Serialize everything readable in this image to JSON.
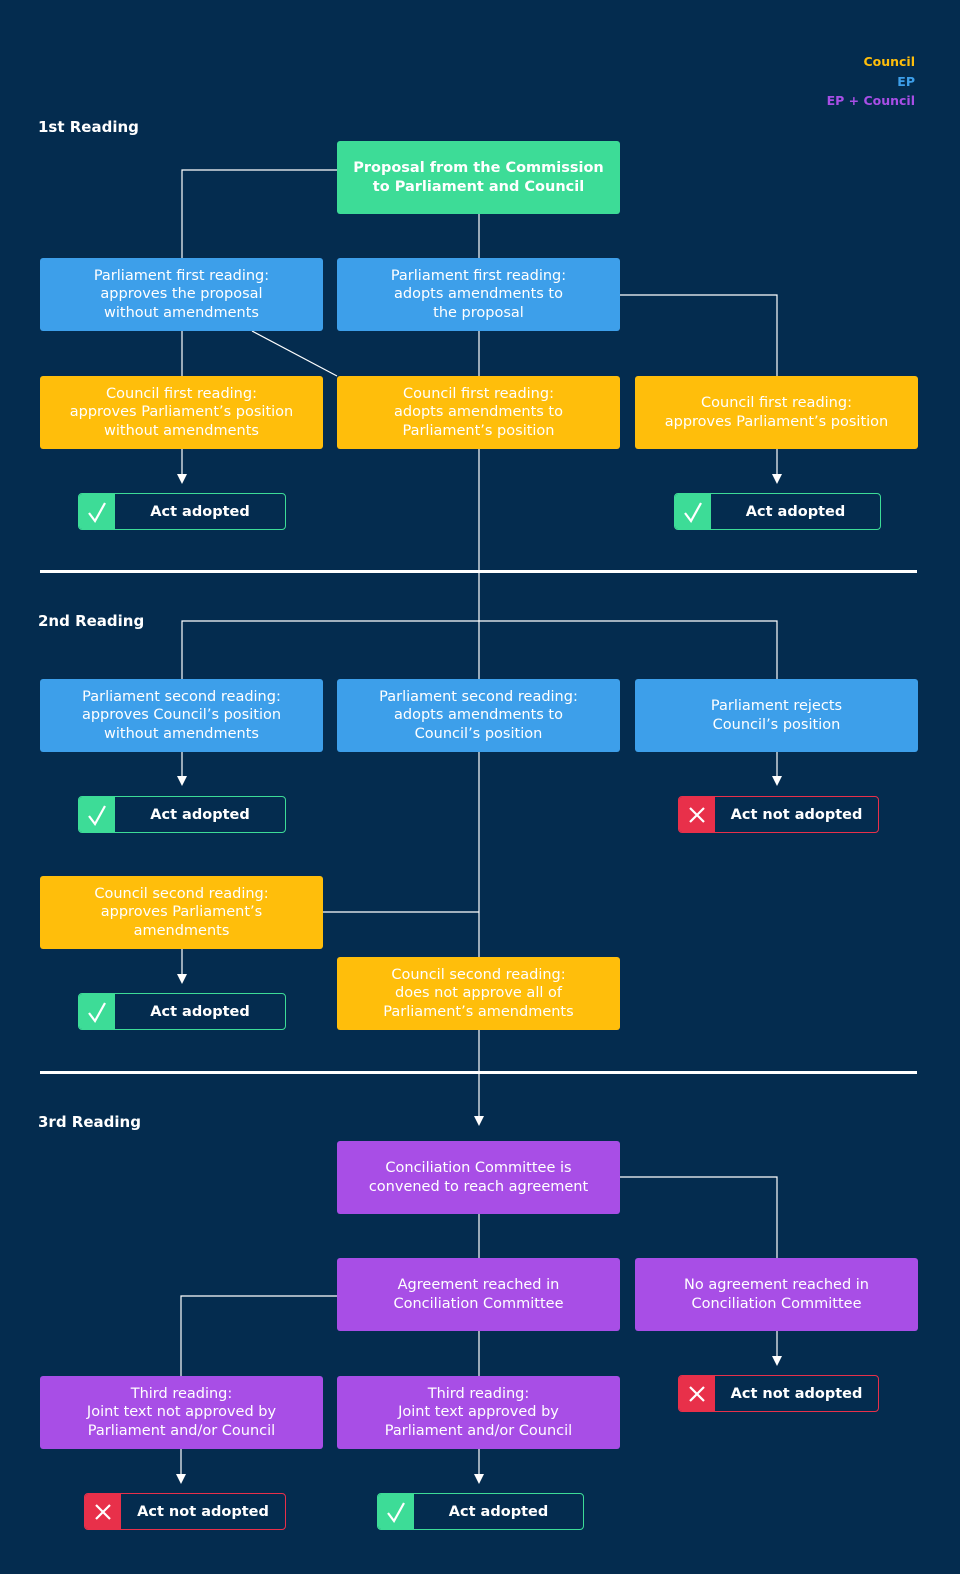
{
  "colors": {
    "background": "#042c4f",
    "council": "#ffbe0b",
    "ep": "#3d9fea",
    "ep_council": "#a84ee6",
    "commission": "#3ddc97",
    "adopted": "#3ddc97",
    "not_adopted": "#e8304a",
    "line": "#ffffff"
  },
  "legend": {
    "council": "Council",
    "ep": "EP",
    "ep_council": "EP + Council"
  },
  "headings": {
    "first": "1st Reading",
    "second": "2nd Reading",
    "third": "3rd Reading"
  },
  "boxes": {
    "proposal": "Proposal from the Commission\nto Parliament and Council",
    "ep1_no_amend": "Parliament first reading:\napproves the proposal\nwithout amendments",
    "ep1_amend": "Parliament first reading:\nadopts amendments to\nthe proposal",
    "c1_no_amend": "Council first reading:\napproves Parliament’s position\nwithout amendments",
    "c1_amend": "Council first reading:\nadopts amendments to\nParliament’s position",
    "c1_approve": "Council first reading:\napproves Parliament’s position",
    "ep2_no_amend": "Parliament second reading:\napproves Council’s position\nwithout amendments",
    "ep2_amend": "Parliament second reading:\nadopts amendments to\nCouncil’s position",
    "ep2_reject": "Parliament rejects\nCouncil’s position",
    "c2_approve": "Council second reading:\napproves Parliament’s\namendments",
    "c2_not_all": "Council second reading:\ndoes not approve all of\nParliament’s amendments",
    "conciliation": "Conciliation Committee is\nconvened to reach agreement",
    "agreement": "Agreement reached in\nConciliation Committee",
    "no_agreement": "No agreement reached in\nConciliation Committee",
    "third_not_approved": "Third reading:\nJoint text not approved by\nParliament and/or Council",
    "third_approved": "Third reading:\nJoint text approved by\nParliament and/or Council"
  },
  "results": {
    "adopted": "Act adopted",
    "not_adopted": "Act not adopted"
  },
  "icons": {
    "adopted": "check-icon",
    "not_adopted": "cross-icon"
  }
}
